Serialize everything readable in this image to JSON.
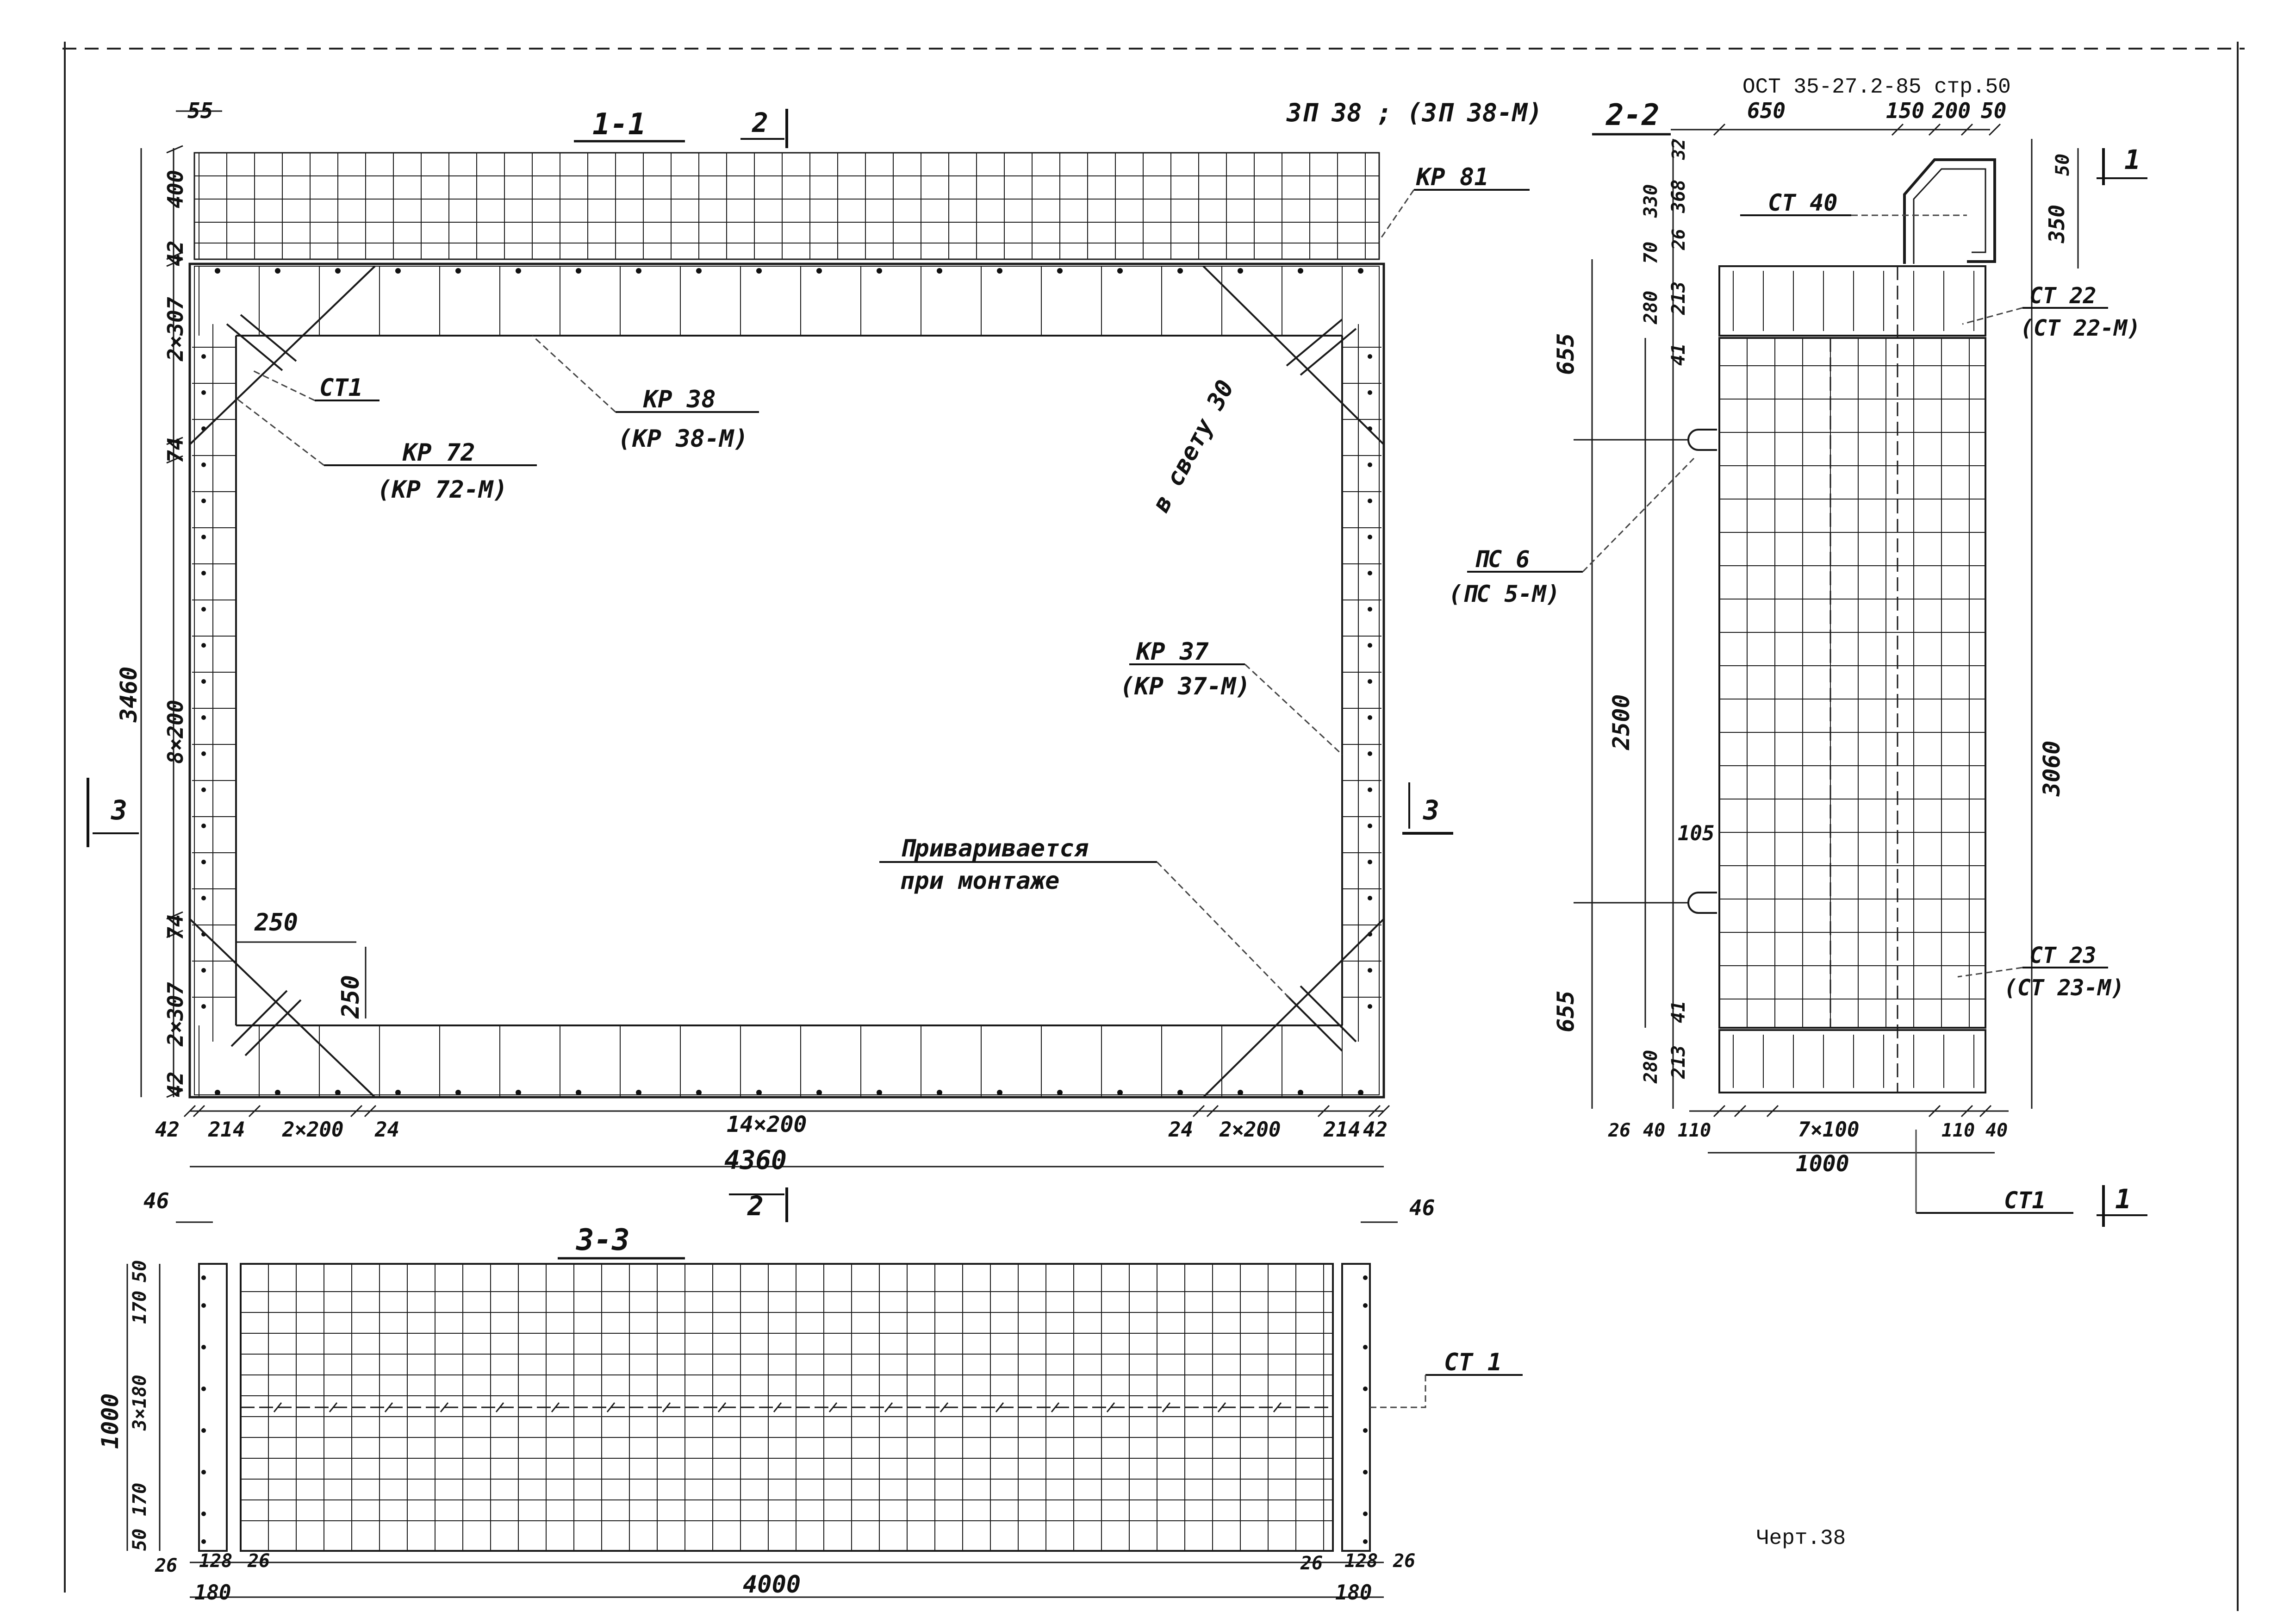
{
  "header": {
    "standard": "ОСТ 35-27.2-85 стр.50",
    "product": "ЗП 38 ; (ЗП 38-М)"
  },
  "footer": {
    "sheet": "Черт.38"
  },
  "section_1_1": {
    "title": "1-1",
    "cut_mark_top": "2",
    "cut_mark_bottom": "2",
    "section_3_left": "3",
    "section_3_right": "3",
    "labels": {
      "kp81": "КР 81",
      "ct1": "СТ1",
      "kp38": "КР 38",
      "kp38m": "(КР 38-М)",
      "kp72": "КР 72",
      "kp72m": "(КР 72-М)",
      "clear": "в свету 30",
      "kp37": "КР 37",
      "kp37m": "(КР 37-М)",
      "weld1": "Привариваетcя",
      "weld2": "при монтаже"
    },
    "dims": {
      "d55": "55",
      "d400": "400",
      "d42t": "42",
      "d2x307t": "2×307",
      "d74t": "74",
      "d3460": "3460",
      "d8x200": "8×200",
      "d74b": "74",
      "d2x307b": "2×307",
      "d42b": "42",
      "d250h": "250",
      "d250v": "250",
      "b42l": "42",
      "b214l": "214",
      "b2x200l": "2×200",
      "b24l": "24",
      "b14x200": "14×200",
      "b24r": "24",
      "b2x200r": "2×200",
      "b214r": "214",
      "b42r": "42",
      "total": "4360"
    }
  },
  "section_2_2": {
    "title": "2-2",
    "cut_mark": "1",
    "cut_mark_bottom": "1",
    "labels": {
      "ct40": "СТ 40",
      "ct22": "СТ 22",
      "ct22m": "(СТ 22-М)",
      "pc6": "ПС 6",
      "pc5m": "(ПС 5-М)",
      "ct23": "СТ 23",
      "ct23m": "(СТ 23-М)",
      "ct1": "СТ1"
    },
    "dims": {
      "t650": "650",
      "t150": "150",
      "t200": "200",
      "t50": "50",
      "l32": "32",
      "l330": "330",
      "l368": "368",
      "l70": "70",
      "l26": "26",
      "r50": "50",
      "r350": "350",
      "l280t": "280",
      "l213t": "213",
      "l41t": "41",
      "l655t": "655",
      "l2500": "2500",
      "l105": "105",
      "l655b": "655",
      "l41b": "41",
      "l280b": "280",
      "l213b": "213",
      "r3060": "3060",
      "b26": "26",
      "b40l": "40",
      "b110l": "110",
      "b7x100": "7×100",
      "b110r": "110",
      "b40r": "40",
      "b1000": "1000"
    }
  },
  "section_3_3": {
    "title": "3-3",
    "labels": {
      "ct1": "СТ 1"
    },
    "dims": {
      "d46l": "46",
      "d46r": "46",
      "v50t": "50",
      "v170t": "170",
      "v3x180": "3×180",
      "v1000": "1000",
      "v170b": "170",
      "v50b": "50",
      "b26a": "26",
      "b128l": "128",
      "b26b": "26",
      "b180l": "180",
      "b4000": "4000",
      "b26c": "26",
      "b128r": "128",
      "b26d": "26",
      "b180r": "180"
    }
  }
}
